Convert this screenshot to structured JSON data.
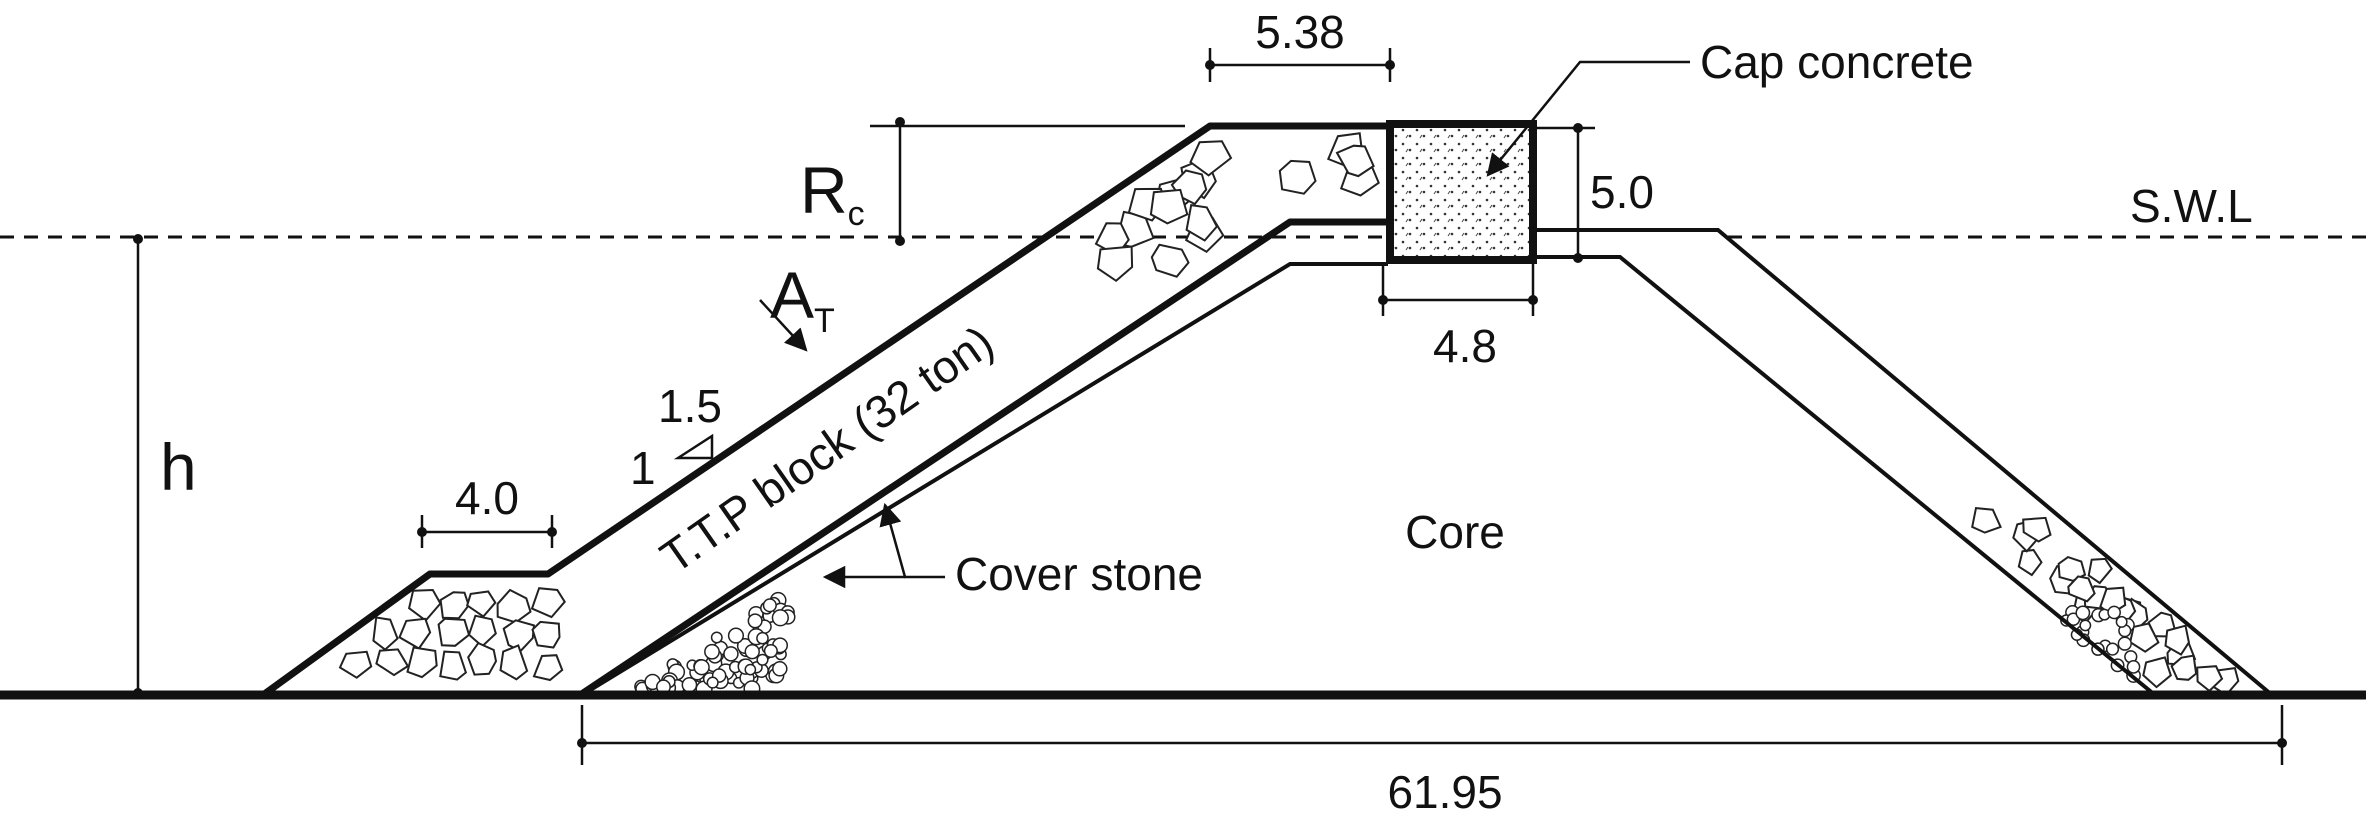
{
  "labels": {
    "cap_concrete": "Cap concrete",
    "swl": "S.W.L",
    "rc_main": "R",
    "rc_sub": "c",
    "at_main": "A",
    "at_sub": "T",
    "slope_h": "1.5",
    "slope_v": "1",
    "ttp_block": "T.T.P block (32 ton)",
    "cover_stone": "Cover stone",
    "core": "Core",
    "h": "h"
  },
  "dimensions": {
    "crest_width": "5.38",
    "cap_height": "5.0",
    "cap_width": "4.8",
    "berm_width": "4.0",
    "base_width": "61.95"
  },
  "colors": {
    "line": "#111111",
    "background": "#ffffff"
  }
}
